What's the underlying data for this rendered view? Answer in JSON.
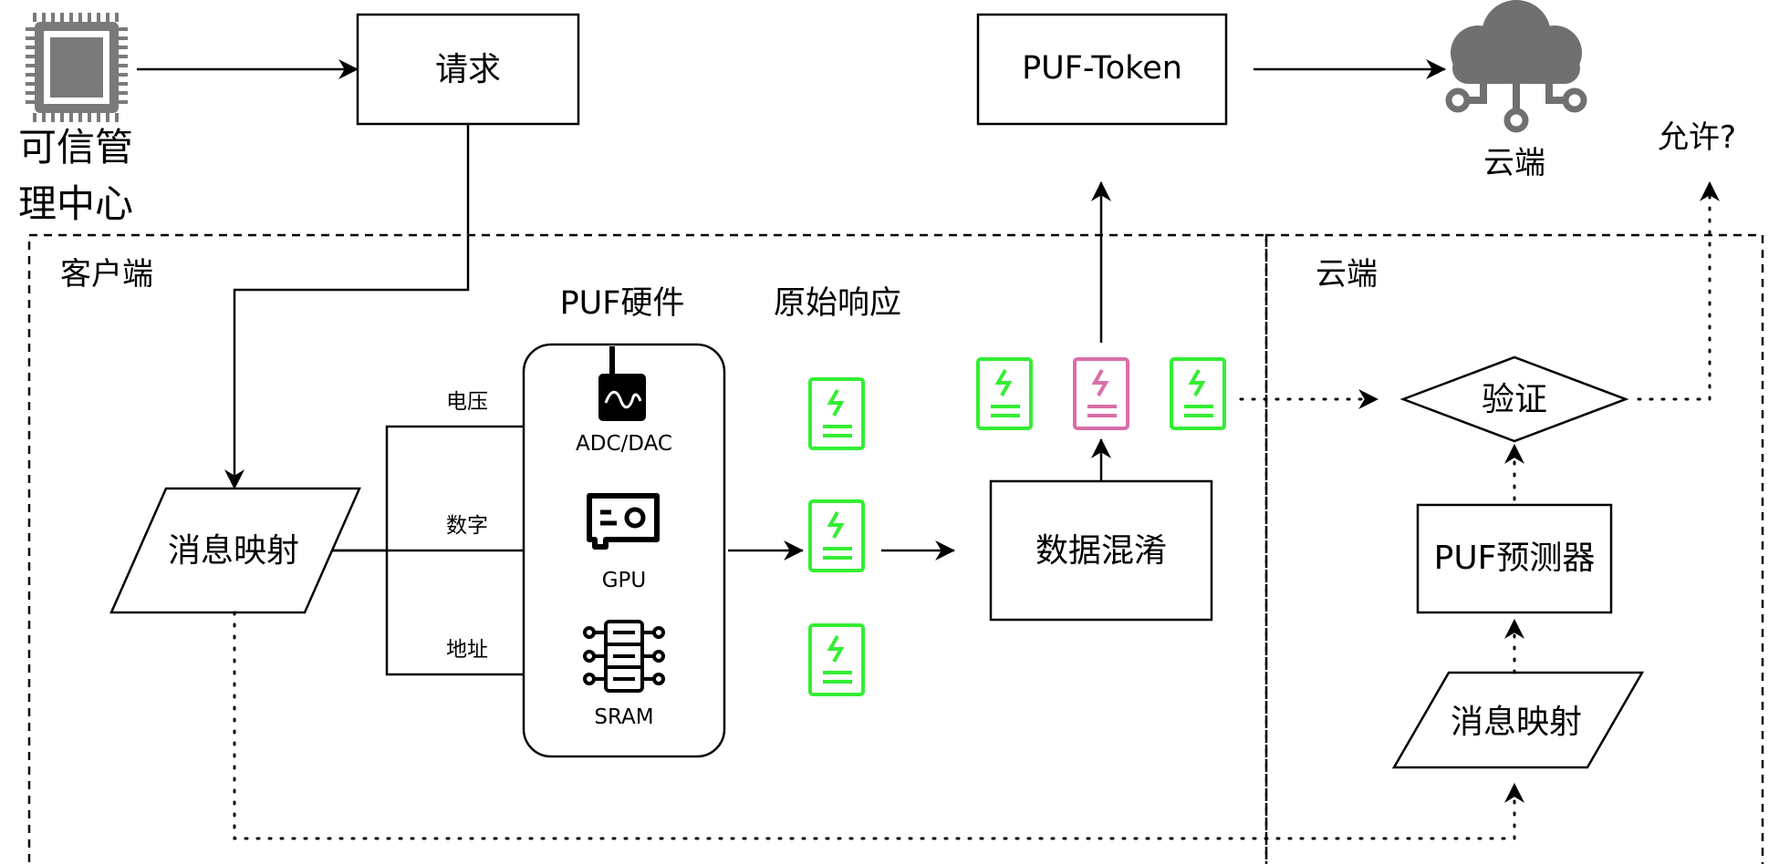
{
  "colors": {
    "line": "#000000",
    "response_green": "#33ee33",
    "response_pink": "#d86ea8",
    "cloud_gray": "#707070",
    "chip_gray": "#7a7a7a"
  },
  "icons": {
    "trust_center": "cpu-chip-icon",
    "cloud": "cloud-network-icon",
    "adc_dac": "antenna-device-icon",
    "gpu": "gpu-card-icon",
    "sram": "memory-stack-icon",
    "response": "energy-document-icon"
  },
  "trust_center": {
    "line1": "可信管",
    "line2": "理中心"
  },
  "request": {
    "label": "请求"
  },
  "puf_token": {
    "label": "PUF-Token"
  },
  "cloud_top": {
    "label": "云端"
  },
  "allow": {
    "label": "允许?"
  },
  "client": {
    "title": "客户端",
    "message_mapping": "消息映射",
    "puf_hardware_title": "PUF硬件",
    "raw_response_title": "原始响应",
    "edges": {
      "voltage": "电压",
      "digital": "数字",
      "address": "地址"
    },
    "hardware": {
      "adc_dac": "ADC/DAC",
      "gpu": "GPU",
      "sram": "SRAM"
    },
    "obfuscation": "数据混淆"
  },
  "server": {
    "title": "云端",
    "verify": "验证",
    "predictor": "PUF预测器",
    "message_mapping": "消息映射"
  }
}
